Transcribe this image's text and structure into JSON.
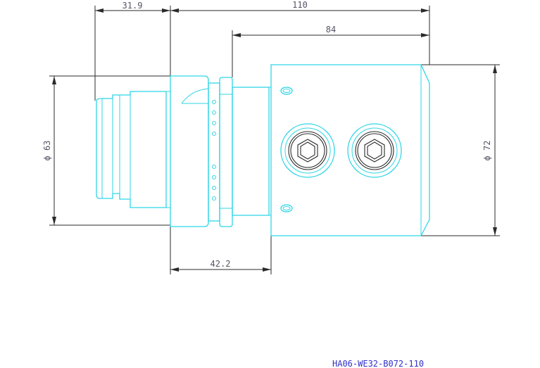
{
  "dimensions": {
    "d1": "31.9",
    "d2": "110",
    "d3": "84",
    "d4": "ϕ 63",
    "d5": "ϕ 72",
    "d6": "42.2"
  },
  "part_number": "HA06-WE32-B072-110",
  "colors": {
    "outline": "#2fd6e6",
    "dimension": "#2a2a2a",
    "part_number": "#3030c8",
    "screw": "#2b2b2b"
  }
}
